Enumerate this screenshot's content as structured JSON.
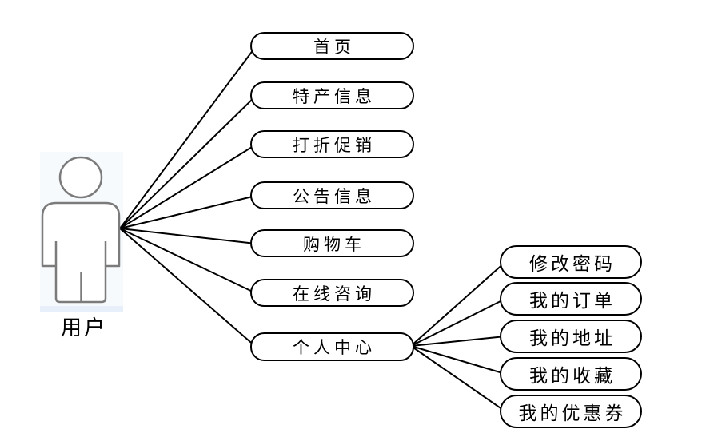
{
  "diagram": {
    "type": "use-case-diagram",
    "actor": {
      "label": "用户",
      "icon": "person-icon"
    },
    "main_usecases": [
      {
        "label": "首页"
      },
      {
        "label": "特产信息"
      },
      {
        "label": "打折促销"
      },
      {
        "label": "公告信息"
      },
      {
        "label": "购物车"
      },
      {
        "label": "在线咨询"
      },
      {
        "label": "个人中心"
      }
    ],
    "personal_usecases": [
      {
        "label": "修改密码"
      },
      {
        "label": "我的订单"
      },
      {
        "label": "我的地址"
      },
      {
        "label": "我的收藏"
      },
      {
        "label": "我的优惠券"
      }
    ],
    "colors": {
      "edge_line": "#000000",
      "oval_border": "#000000",
      "oval_fill": "#ffffff",
      "text": "#000000",
      "actor_outline": "#7b7b7b",
      "actor_panel_tint": "#e6effa"
    }
  }
}
